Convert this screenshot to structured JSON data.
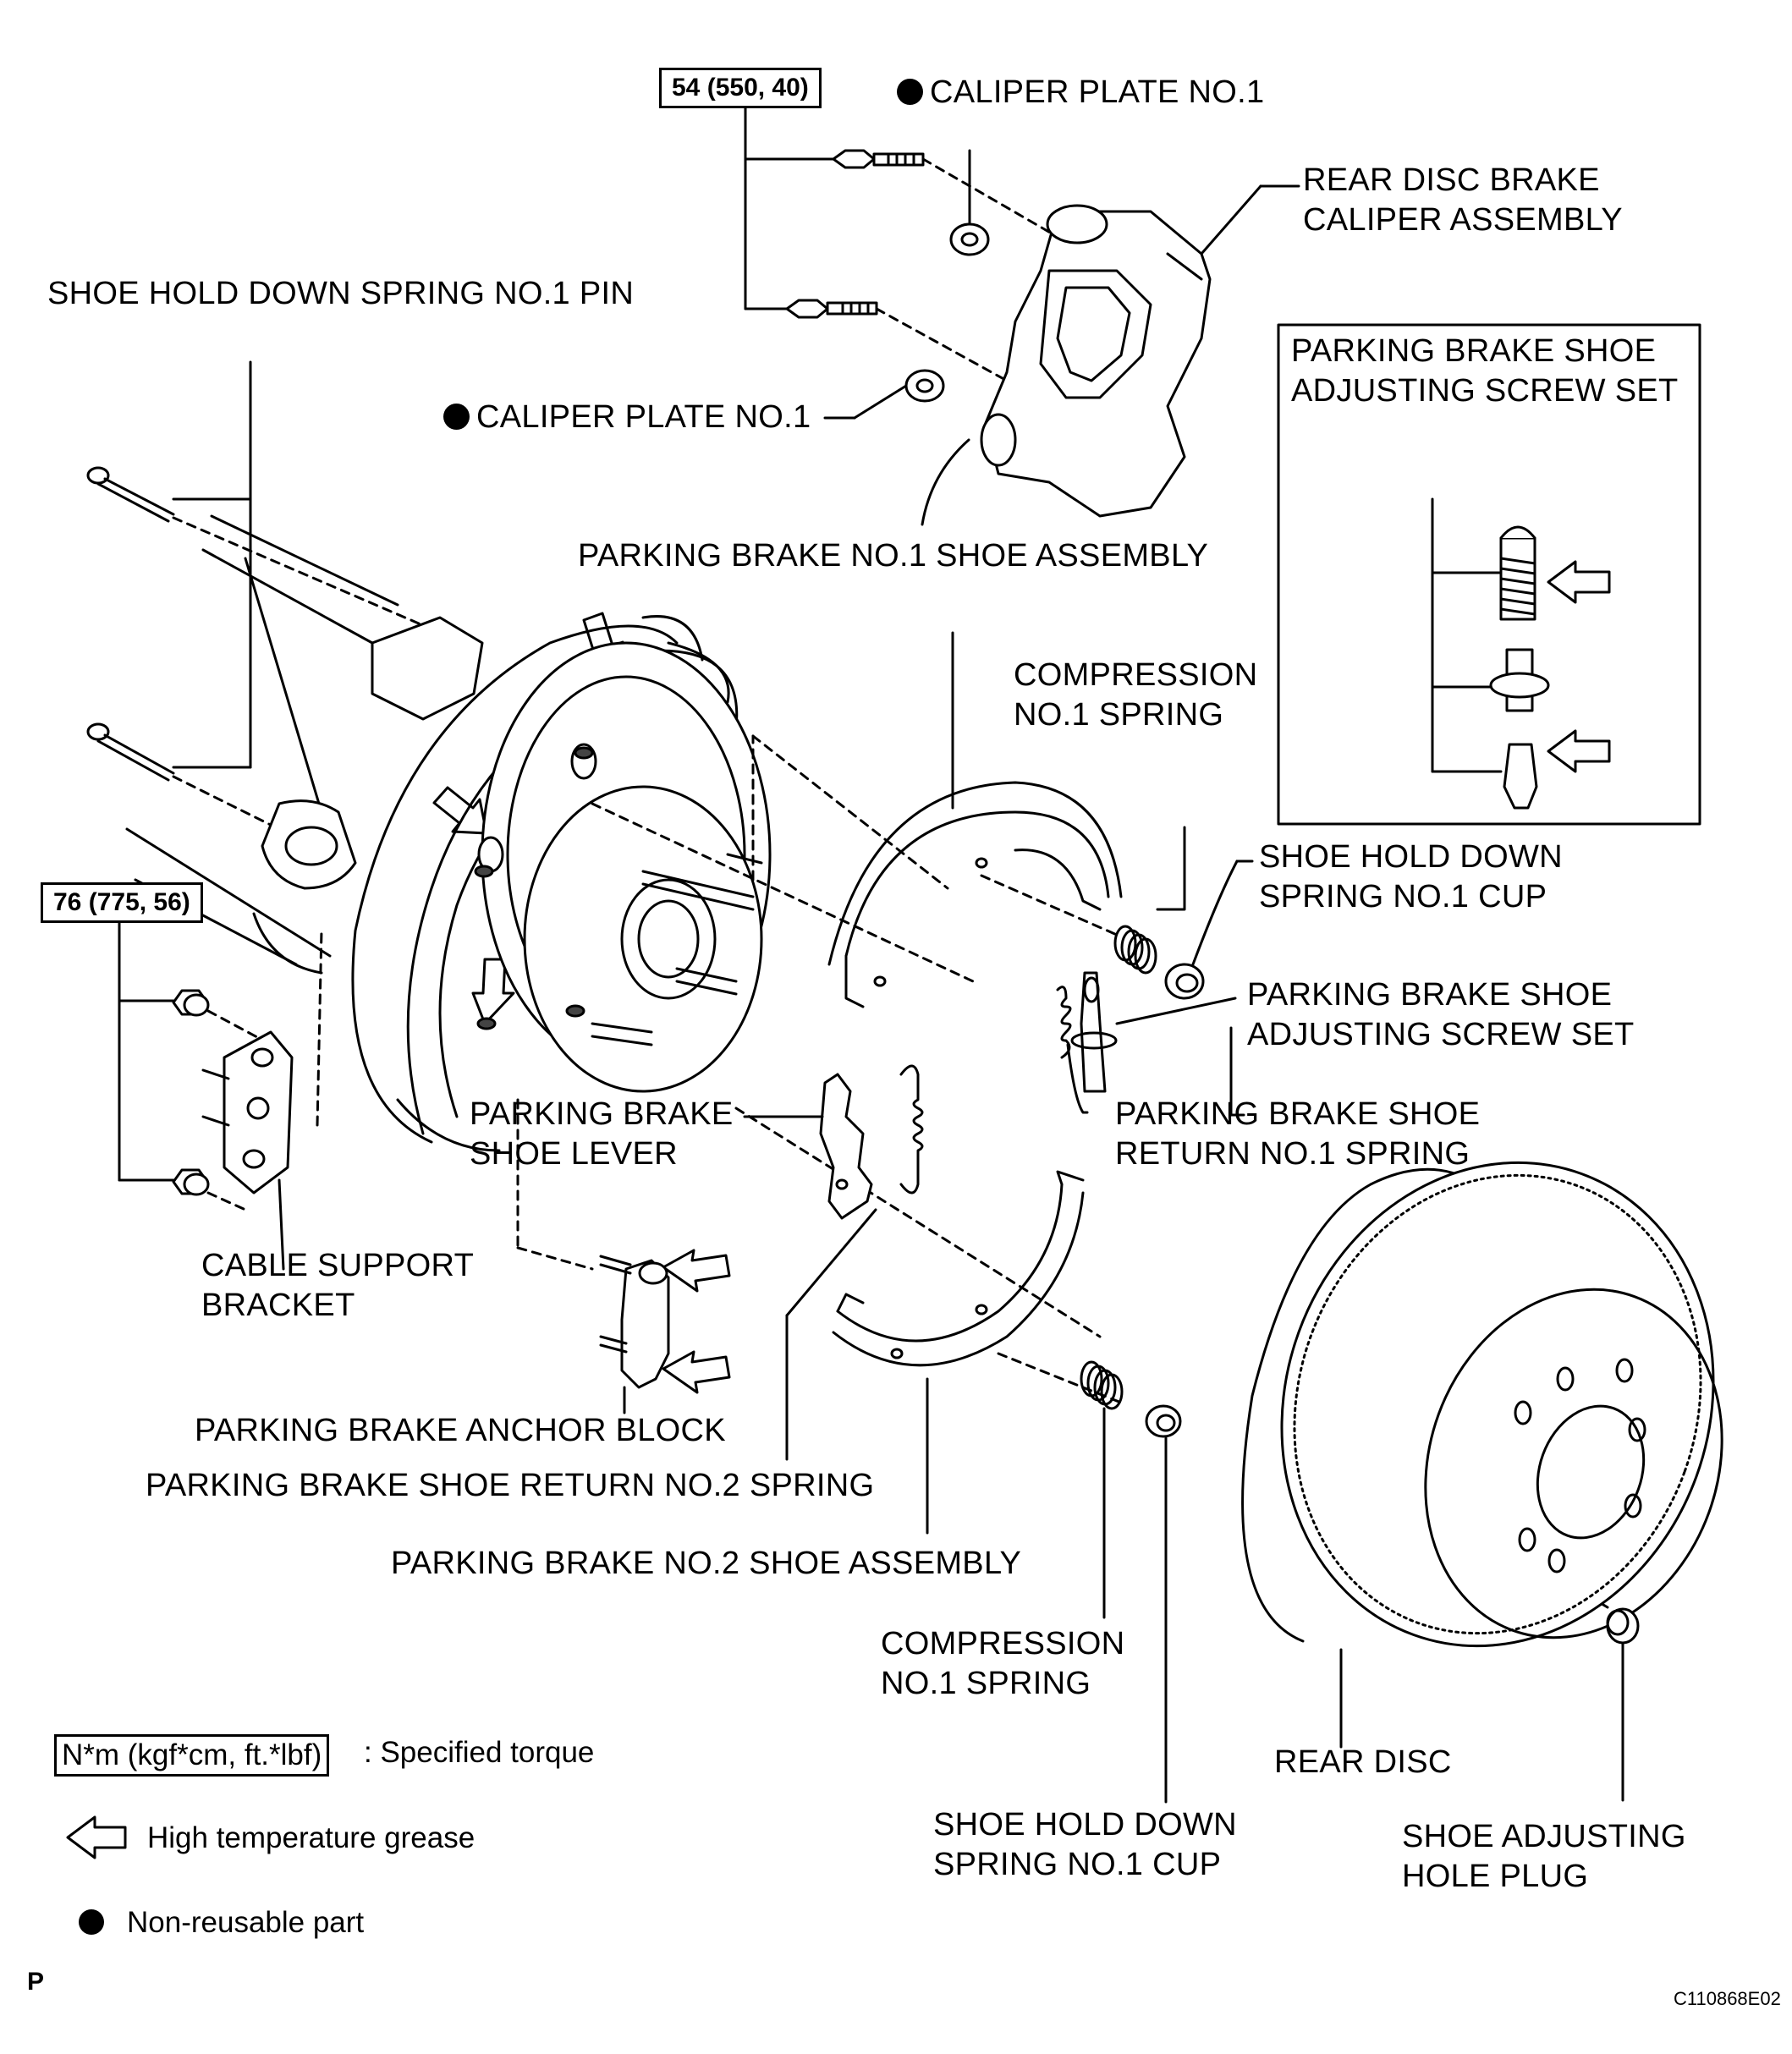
{
  "torque_specs": {
    "caliper_bolt": "54 (550, 40)",
    "bracket_nut": "76 (775, 56)"
  },
  "labels": {
    "caliper_plate_top": "CALIPER PLATE NO.1",
    "caliper_plate_left": "CALIPER PLATE NO.1",
    "rear_disc_brake_caliper": "REAR DISC BRAKE\nCALIPER ASSEMBLY",
    "shoe_hold_down_pin": "SHOE HOLD DOWN SPRING NO.1 PIN",
    "adjusting_screw_set_box_title": "PARKING BRAKE SHOE\nADJUSTING SCREW SET",
    "no1_shoe_assembly": "PARKING BRAKE NO.1 SHOE ASSEMBLY",
    "compression_spring_upper": "COMPRESSION\nNO.1 SPRING",
    "hold_down_cup_upper": "SHOE HOLD DOWN\nSPRING NO.1 CUP",
    "adjusting_screw_set": "PARKING BRAKE SHOE\nADJUSTING SCREW SET",
    "return_no1_spring": "PARKING BRAKE SHOE\nRETURN NO.1 SPRING",
    "shoe_lever": "PARKING BRAKE\nSHOE LEVER",
    "cable_support_bracket": "CABLE SUPPORT\nBRACKET",
    "anchor_block": "PARKING BRAKE ANCHOR BLOCK",
    "return_no2_spring": "PARKING BRAKE SHOE RETURN NO.2 SPRING",
    "no2_shoe_assembly": "PARKING BRAKE NO.2 SHOE ASSEMBLY",
    "compression_spring_lower": "COMPRESSION\nNO.1 SPRING",
    "rear_disc": "REAR DISC",
    "hold_down_cup_lower": "SHOE HOLD DOWN\nSPRING NO.1 CUP",
    "adjusting_hole_plug": "SHOE ADJUSTING\nHOLE PLUG"
  },
  "legend": {
    "torque_box": "N*m (kgf*cm, ft.*lbf)",
    "torque_text": ": Specified torque",
    "grease_text": "High temperature grease",
    "nonreusable_text": "Non-reusable part"
  },
  "footer": {
    "corner_mark": "P",
    "figure_code": "C110868E02"
  }
}
